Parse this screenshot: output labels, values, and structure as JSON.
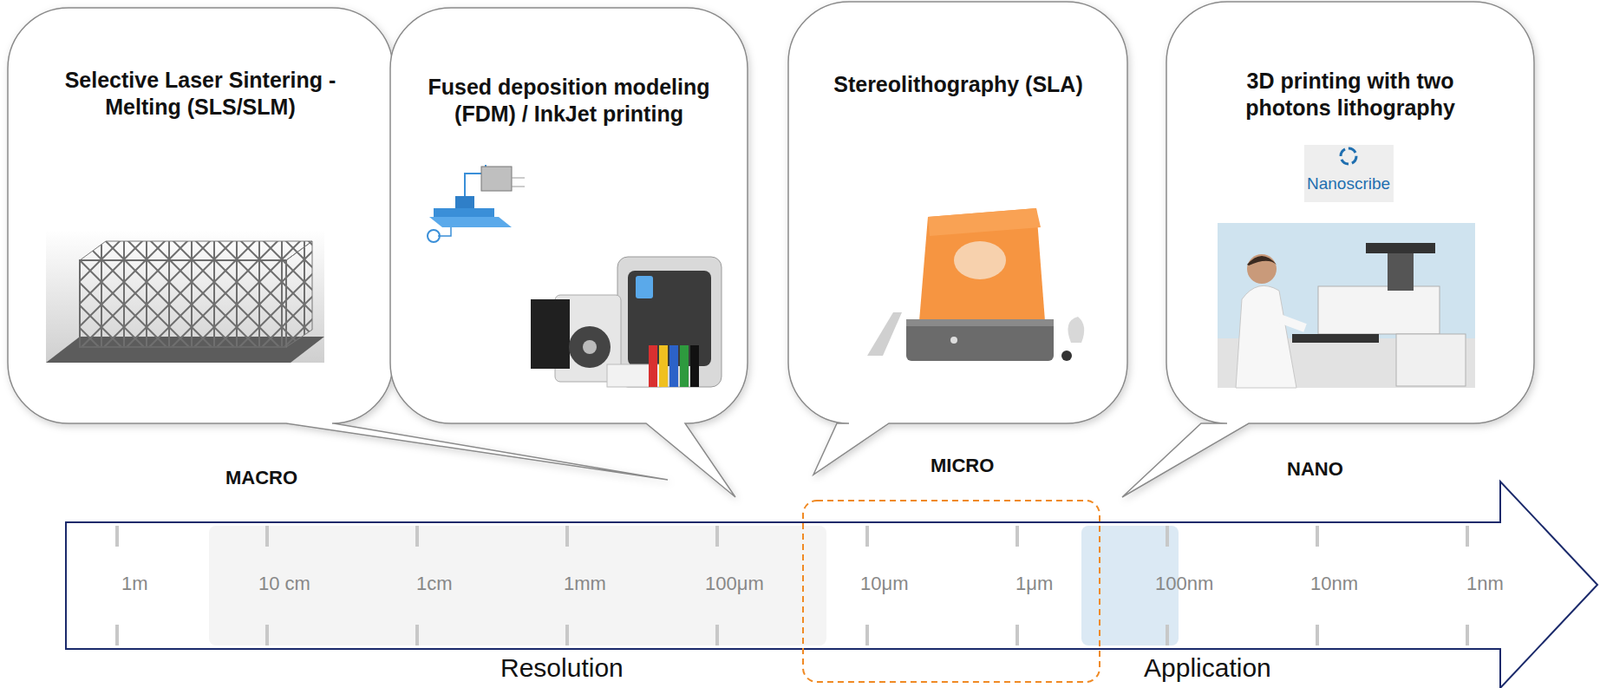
{
  "diagram": {
    "nodes": [
      {
        "text": [
          "Selective Laser Sintering - Melting (SLS/SLM)"
        ]
      },
      {
        "text": [
          "Fused deposition modeling (FDM) / InkJet printing"
        ]
      },
      {
        "text": [
          "Stereolithography (SLA)"
        ]
      },
      {
        "text": [
          "3D printing with two photons lithography"
        ]
      }
    ],
    "labels": [
      "MACRO",
      "MICRO",
      "NANO",
      "1m",
      "10 cm",
      "1cm",
      "1mm",
      "100μm",
      "10μm",
      "1μm",
      "100nm",
      "10nm",
      "1nm",
      "Resolution",
      "Application",
      "Nanoscribe"
    ]
  }
}
